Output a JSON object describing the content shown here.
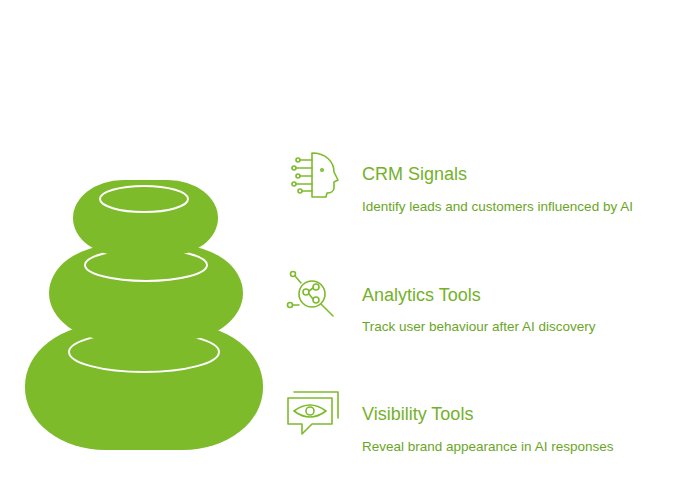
{
  "diagram": {
    "labels": [
      "CRM Signals",
      "Identify leads and customers influenced by AI",
      "Analytics Tools",
      "Track user behaviour after AI discovery",
      "Visibility Tools",
      "Reveal brand appearance in AI responses"
    ]
  }
}
